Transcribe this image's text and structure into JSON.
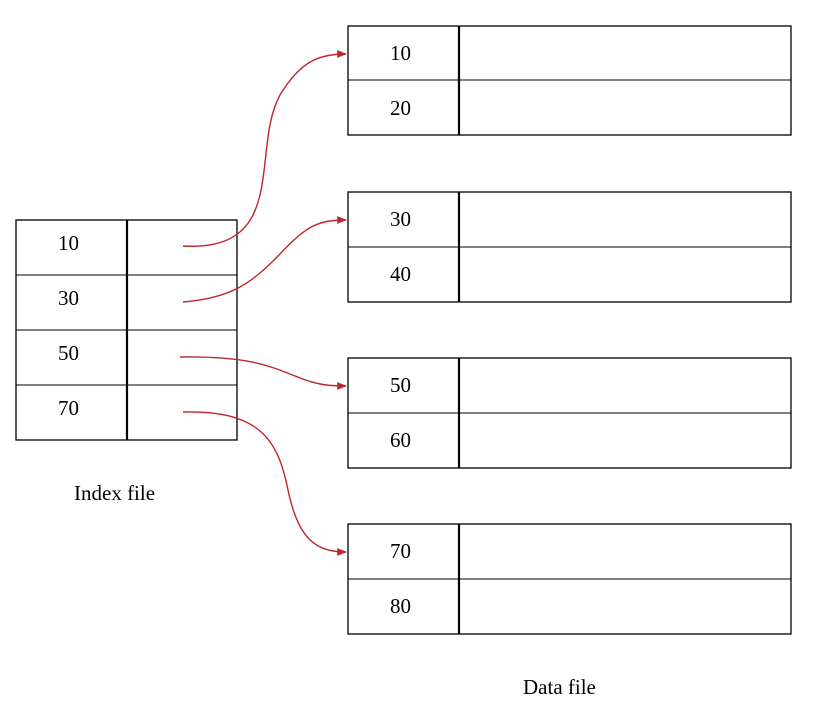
{
  "index_file": {
    "caption": "Index file",
    "entries": [
      {
        "key": "10"
      },
      {
        "key": "30"
      },
      {
        "key": "50"
      },
      {
        "key": "70"
      }
    ]
  },
  "data_file": {
    "caption": "Data file",
    "blocks": [
      {
        "records": [
          "10",
          "20"
        ]
      },
      {
        "records": [
          "30",
          "40"
        ]
      },
      {
        "records": [
          "50",
          "60"
        ]
      },
      {
        "records": [
          "70",
          "80"
        ]
      }
    ]
  },
  "pointers": [
    {
      "from_index_entry": 0,
      "to_data_block": 0
    },
    {
      "from_index_entry": 1,
      "to_data_block": 1
    },
    {
      "from_index_entry": 2,
      "to_data_block": 2
    },
    {
      "from_index_entry": 3,
      "to_data_block": 3
    }
  ],
  "colors": {
    "line": "#000000",
    "pointer": "#c0262d"
  }
}
